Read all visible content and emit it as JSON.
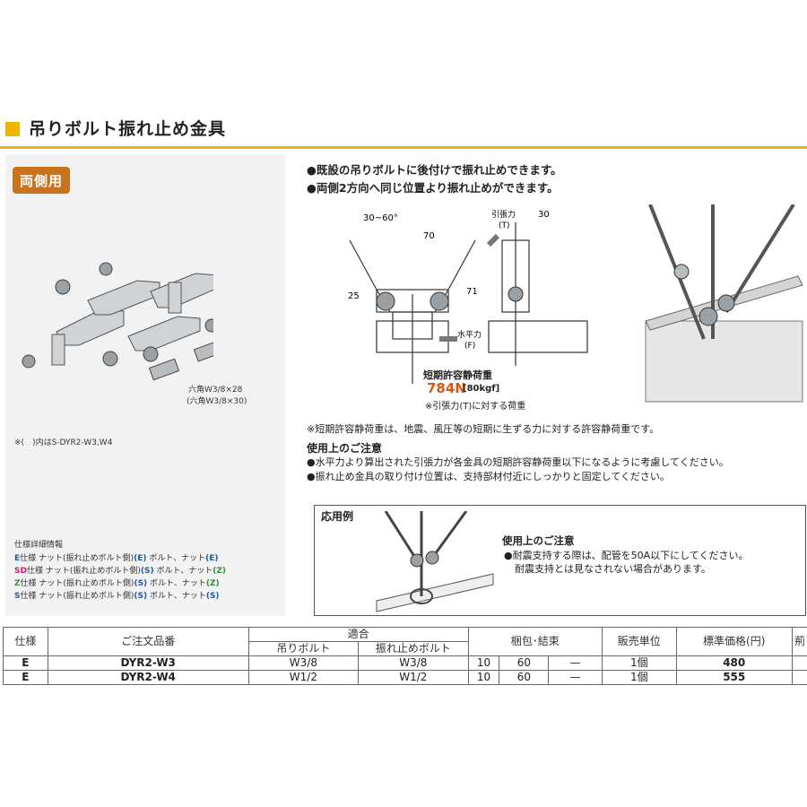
{
  "title": "吊りボルト振れ止め金具",
  "badge": "両側用",
  "features": [
    "●既設の吊りボルトに後付けで振れ止めできます。",
    "●両側2方向へ同じ位置より振れ止めができます。"
  ],
  "diagram": {
    "angle": "30~60°",
    "dim70": "70",
    "dim25": "25",
    "dim71": "71",
    "dim30": "30",
    "tension_label": "引張力",
    "tension_code": "(T)",
    "horizontal_label": "水平力",
    "horizontal_code": "(F)",
    "load_title": "短期許容静荷重",
    "load_value": "784N",
    "load_kgf": "[80kgf]",
    "load_note": "※引張力(T)に対する荷重"
  },
  "bolt_label1": "六角W3/8×28",
  "bolt_label2": "(六角W3/8×30)",
  "paren_note": "※(　)内はS-DYR2-W3,W4",
  "load_def_note": "※短期許容静荷重は、地震、風圧等の短期に生ずる力に対する許容静荷重です。",
  "caution": {
    "title": "使用上のご注意",
    "items": [
      "●水平力より算出された引張力が各金具の短期許容静荷重以下になるように考慮してください。",
      "●振れ止め金具の取り付け位置は、支持部材付近にしっかりと固定してください。"
    ]
  },
  "spec_detail": {
    "title": "仕様詳細情報",
    "rows": [
      {
        "code": "E",
        "suffix": "仕様",
        "nut": "ナット(振れ止めボルト側)",
        "nut_code": "(E)",
        "bolt": "ボルト、ナット",
        "bolt_code": "(E)"
      },
      {
        "code": "SD",
        "suffix": "仕様",
        "nut": "ナット(振れ止めボルト側)",
        "nut_code": "(S)",
        "bolt": "ボルト、ナット",
        "bolt_code": "(Z)"
      },
      {
        "code": "Z",
        "suffix": "仕様",
        "nut": "ナット(振れ止めボルト側)",
        "nut_code": "(S)",
        "bolt": "ボルト、ナット",
        "bolt_code": "(Z)"
      },
      {
        "code": "S",
        "suffix": "仕様",
        "nut": "ナット(振れ止めボルト側)",
        "nut_code": "(S)",
        "bolt": "ボルト、ナット",
        "bolt_code": "(S)"
      }
    ]
  },
  "application": {
    "title": "応用例",
    "caution_title": "使用上のご注意",
    "line1": "●耐震支持する際は、配管を50A以下にしてください。",
    "line2": "耐震支持とは見なされない場合があります。"
  },
  "table": {
    "h_spec": "仕様",
    "h_order": "ご注文品番",
    "h_fit": "適合",
    "h_hang": "吊りボルト",
    "h_sway": "振れ止めボルト",
    "h_pack": "梱包･結束",
    "h_unit": "販売単位",
    "h_price": "標準価格(円)",
    "h_extra": "荊",
    "rows": [
      {
        "spec": "E",
        "order": "DYR2-W3",
        "hang": "W3/8",
        "sway": "W3/8",
        "p1": "10",
        "p2": "60",
        "p3": "—",
        "unit": "1個",
        "price": "480"
      },
      {
        "spec": "E",
        "order": "DYR2-W4",
        "hang": "W1/2",
        "sway": "W1/2",
        "p1": "10",
        "p2": "60",
        "p3": "—",
        "unit": "1個",
        "price": "555"
      }
    ]
  }
}
